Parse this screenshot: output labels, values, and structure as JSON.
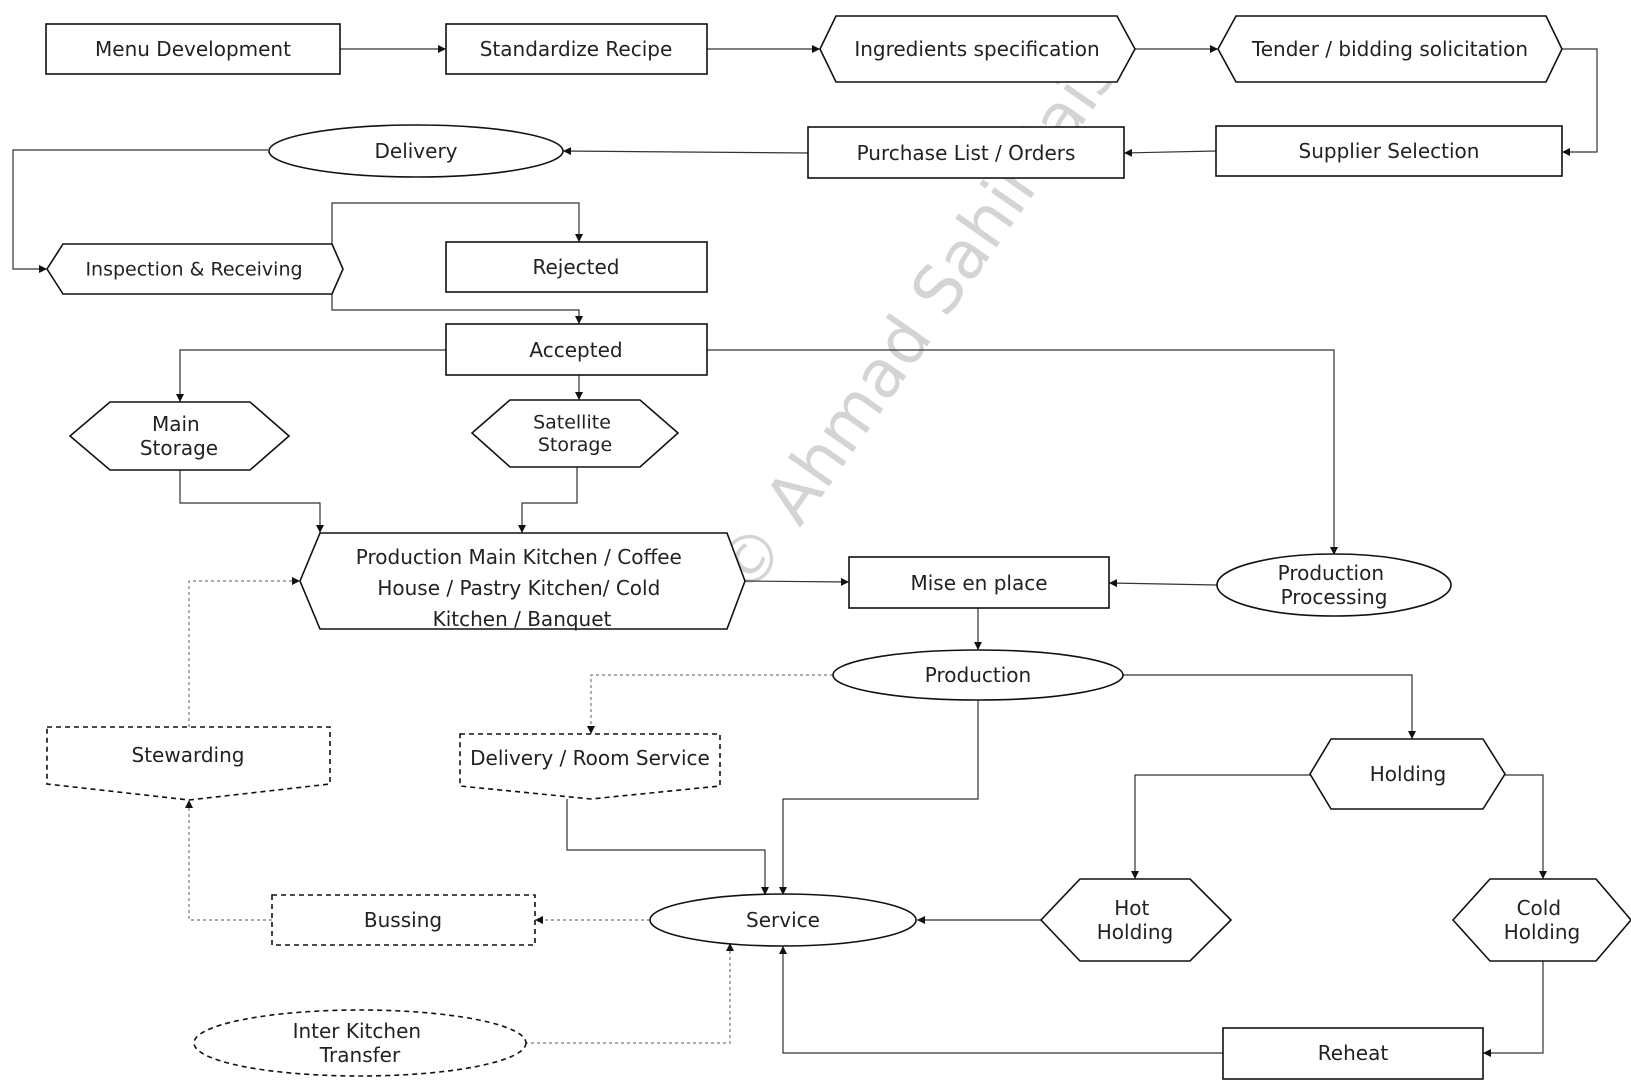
{
  "watermark": "© Ahmad Sahir Jais",
  "nodes": {
    "menu_development": [
      "Menu Development"
    ],
    "standardize_recipe": [
      "Standardize Recipe"
    ],
    "ingredients_specification": [
      "Ingredients specification"
    ],
    "tender_bidding": [
      "Tender / bidding solicitation"
    ],
    "supplier_selection": [
      "Supplier Selection"
    ],
    "purchase_list": [
      "Purchase List / Orders"
    ],
    "delivery": [
      "Delivery"
    ],
    "inspection_receiving": [
      "Inspection & Receiving"
    ],
    "rejected": [
      "Rejected"
    ],
    "accepted": [
      "Accepted"
    ],
    "main_storage": [
      "Main",
      "Storage"
    ],
    "satellite_storage": [
      "Satellite",
      "Storage"
    ],
    "production_kitchens": [
      "Production Main Kitchen / Coffee",
      "House /  Pastry Kitchen/ Cold",
      "Kitchen / Banquet"
    ],
    "mise_en_place": [
      "Mise en place"
    ],
    "production_processing": [
      "Production",
      "Processing"
    ],
    "production": [
      "Production"
    ],
    "stewarding": [
      "Stewarding"
    ],
    "delivery_room_service": [
      "Delivery / Room Service"
    ],
    "holding": [
      "Holding"
    ],
    "hot_holding": [
      "Hot",
      "Holding"
    ],
    "cold_holding": [
      "Cold",
      "Holding"
    ],
    "bussing": [
      "Bussing"
    ],
    "service": [
      "Service"
    ],
    "inter_kitchen_transfer": [
      "Inter Kitchen",
      "Transfer"
    ],
    "reheat": [
      "Reheat"
    ]
  }
}
